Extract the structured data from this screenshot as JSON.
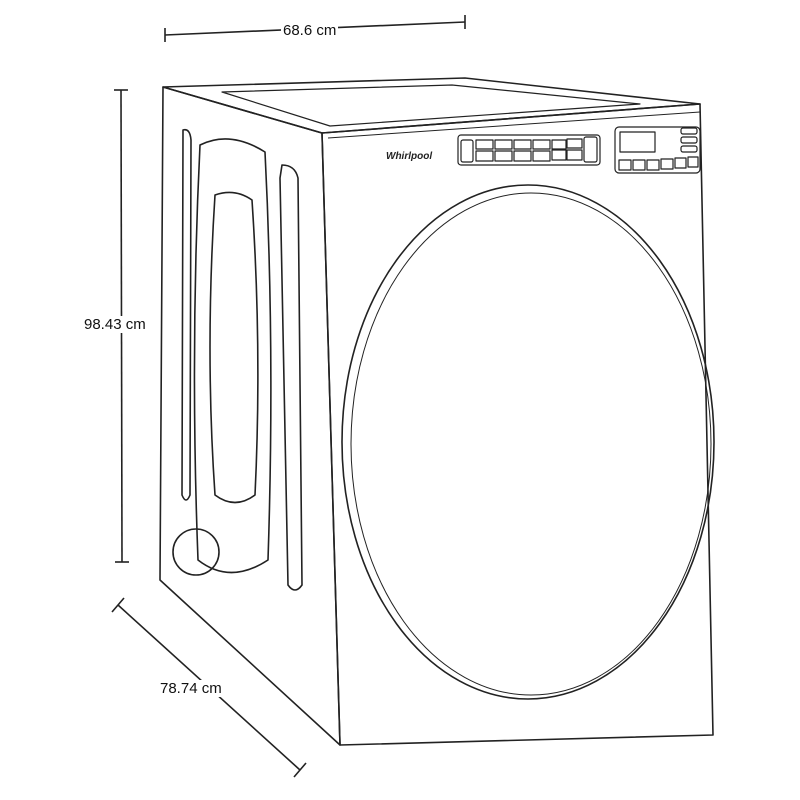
{
  "dimensions": {
    "width": "68.6 cm",
    "height": "98.43 cm",
    "depth": "78.74 cm"
  },
  "brand": "Whirlpool"
}
